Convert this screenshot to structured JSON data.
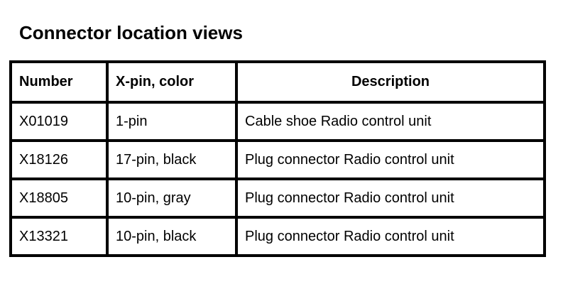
{
  "page": {
    "title": "Connector location views",
    "background_color": "#ffffff",
    "text_color": "#000000"
  },
  "table": {
    "columns": [
      {
        "key": "number",
        "label": "Number",
        "align": "left"
      },
      {
        "key": "xpin",
        "label": "X-pin, color",
        "align": "left"
      },
      {
        "key": "description",
        "label": "Description",
        "align": "center"
      }
    ],
    "rows": [
      {
        "number": "X01019",
        "xpin": "1-pin",
        "description": "Cable shoe Radio control unit"
      },
      {
        "number": "X18126",
        "xpin": "17-pin, black",
        "description": "Plug connector Radio control unit"
      },
      {
        "number": "X18805",
        "xpin": "10-pin, gray",
        "description": "Plug connector Radio control unit"
      },
      {
        "number": "X13321",
        "xpin": "10-pin, black",
        "description": "Plug connector Radio control unit"
      }
    ]
  }
}
